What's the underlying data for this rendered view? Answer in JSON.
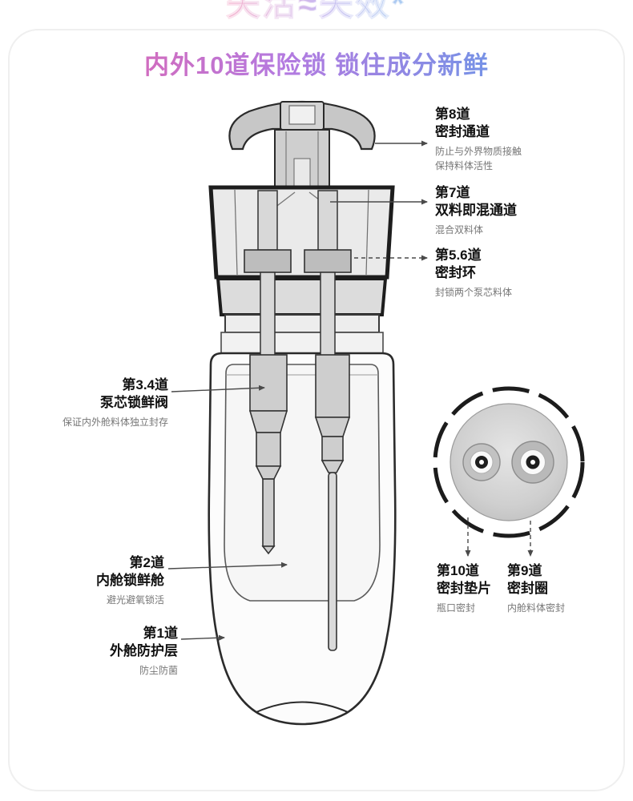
{
  "page": {
    "top_tagline": "失活≈失效*",
    "title": "内外10道保险锁 锁住成分新鲜"
  },
  "callouts": {
    "lock8": {
      "title": "第8道",
      "name": "密封通道",
      "desc1": "防止与外界物质接触",
      "desc2": "保持料体活性"
    },
    "lock7": {
      "title": "第7道",
      "name": "双料即混通道",
      "desc1": "混合双料体"
    },
    "lock56": {
      "title": "第5.6道",
      "name": "密封环",
      "desc1": "封锁两个泵芯料体"
    },
    "lock34": {
      "title": "第3.4道",
      "name": "泵芯锁鲜阀",
      "desc1": "保证内外舱料体独立封存"
    },
    "lock2": {
      "title": "第2道",
      "name": "内舱锁鲜舱",
      "desc1": "避光避氧锁活"
    },
    "lock1": {
      "title": "第1道",
      "name": "外舱防护层",
      "desc1": "防尘防菌"
    },
    "lock10": {
      "title": "第10道",
      "name": "密封垫片",
      "desc1": "瓶口密封"
    },
    "lock9": {
      "title": "第9道",
      "name": "密封圈",
      "desc1": "内舱料体密封"
    }
  },
  "colors": {
    "title_gradient_start": "#ee5f9d",
    "title_gradient_mid": "#b47ae0",
    "title_gradient_end": "#4aa3ea",
    "tagline_gradient_start": "#f5aecb",
    "tagline_gradient_mid": "#cbb8ef",
    "tagline_gradient_end": "#a9cdf2",
    "line_color": "#2b2b2b",
    "fill_light": "#d6d6d6",
    "heading_text": "#111111",
    "desc_text": "#777777"
  }
}
